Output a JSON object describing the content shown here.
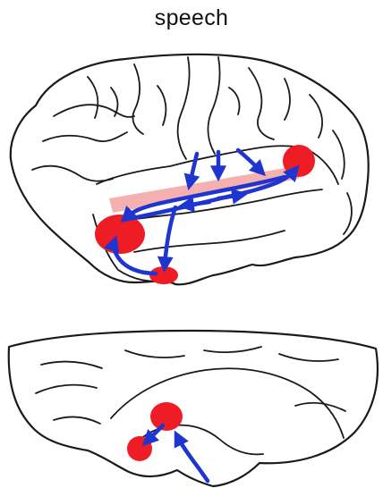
{
  "title": "speech",
  "colors": {
    "activation": "#ee1c24",
    "pathway": "#1f35d0",
    "highlight": "#f4a7a7",
    "outline": "#1a1a1a"
  },
  "icons": [
    "lateral-brain-view",
    "ventral-brain-view"
  ]
}
